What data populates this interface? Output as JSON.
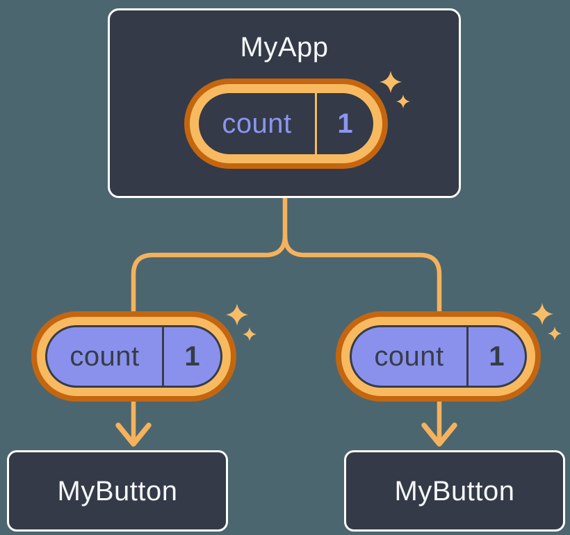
{
  "diagram": {
    "background_color": "#4C6670",
    "root": {
      "title": "MyApp",
      "state": {
        "label": "count",
        "value": "1"
      }
    },
    "children": [
      {
        "title": "MyButton",
        "prop": {
          "label": "count",
          "value": "1"
        }
      },
      {
        "title": "MyButton",
        "prop": {
          "label": "count",
          "value": "1"
        }
      }
    ],
    "icons": {
      "sparkles": "sparkles-icon",
      "arrow": "arrow-down-icon"
    },
    "colors": {
      "box_fill": "#343A47",
      "box_border": "#FFFFFF",
      "connector_orange": "#F5B25C",
      "ring_light_orange": "#F8BA61",
      "ring_dark_orange": "#C4660F",
      "prop_pill_fill": "#8A91EC",
      "dark_text": "#363C48",
      "state_text_periwinkle": "#8C95F1",
      "title_text": "#F5F7FA"
    }
  }
}
